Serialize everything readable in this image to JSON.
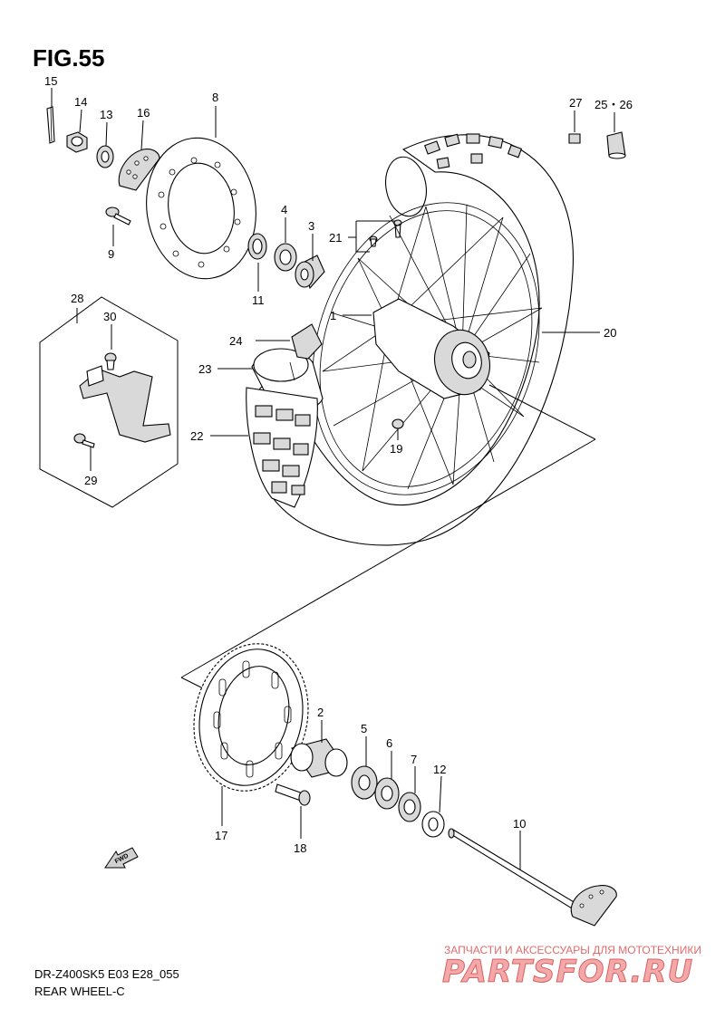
{
  "figure": {
    "title": "FIG.55"
  },
  "footer": {
    "model_code": "DR-Z400SK5 E03 E28_055",
    "section_name": "REAR WHEEL-C"
  },
  "watermark": {
    "subtitle": "ЗАПЧАСТИ И АКСЕССУАРЫ ДЛЯ МОТОТЕХНИКИ",
    "logo_text": "PARTSFOR.RU"
  },
  "fwd_arrow": {
    "label": "FWD"
  },
  "callouts": {
    "p1": "1",
    "p2": "2",
    "p3": "3",
    "p4": "4",
    "p5": "5",
    "p6": "6",
    "p7": "7",
    "p8": "8",
    "p9": "9",
    "p10": "10",
    "p11": "11",
    "p12": "12",
    "p13": "13",
    "p14": "14",
    "p15": "15",
    "p16": "16",
    "p17": "17",
    "p18": "18",
    "p19": "19",
    "p20": "20",
    "p21": "21",
    "p22": "22",
    "p23": "23",
    "p24": "24",
    "p25_26": "25・26",
    "p27": "27",
    "p28": "28",
    "p29": "29",
    "p30": "30"
  }
}
